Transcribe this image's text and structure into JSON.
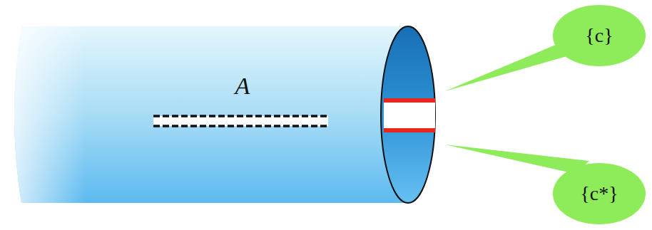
{
  "diagram": {
    "nodes": [
      {
        "text": [
          "{c}"
        ]
      },
      {
        "text": [
          "{c*}"
        ]
      }
    ],
    "labels": [
      "A"
    ]
  }
}
